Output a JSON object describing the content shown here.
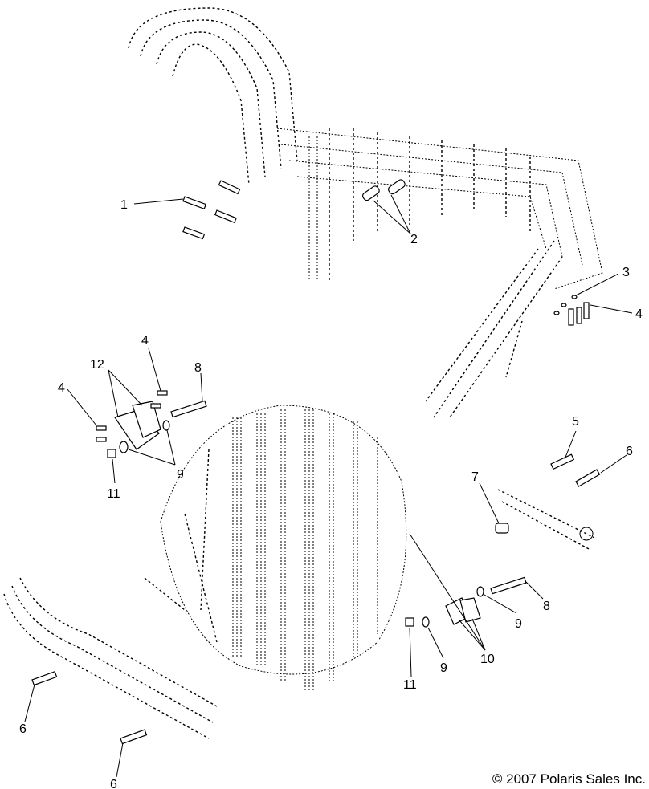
{
  "callouts": {
    "c1": "1",
    "c2": "2",
    "c3": "3",
    "c4a": "4",
    "c4b": "4",
    "c4c": "4",
    "c5": "5",
    "c6a": "6",
    "c6b": "6",
    "c6c": "6",
    "c7": "7",
    "c8a": "8",
    "c8b": "8",
    "c9a": "9",
    "c9b": "9",
    "c9c": "9",
    "c10": "10",
    "c11a": "11",
    "c11b": "11",
    "c12": "12"
  },
  "copyright": "© 2007 Polaris Sales Inc."
}
